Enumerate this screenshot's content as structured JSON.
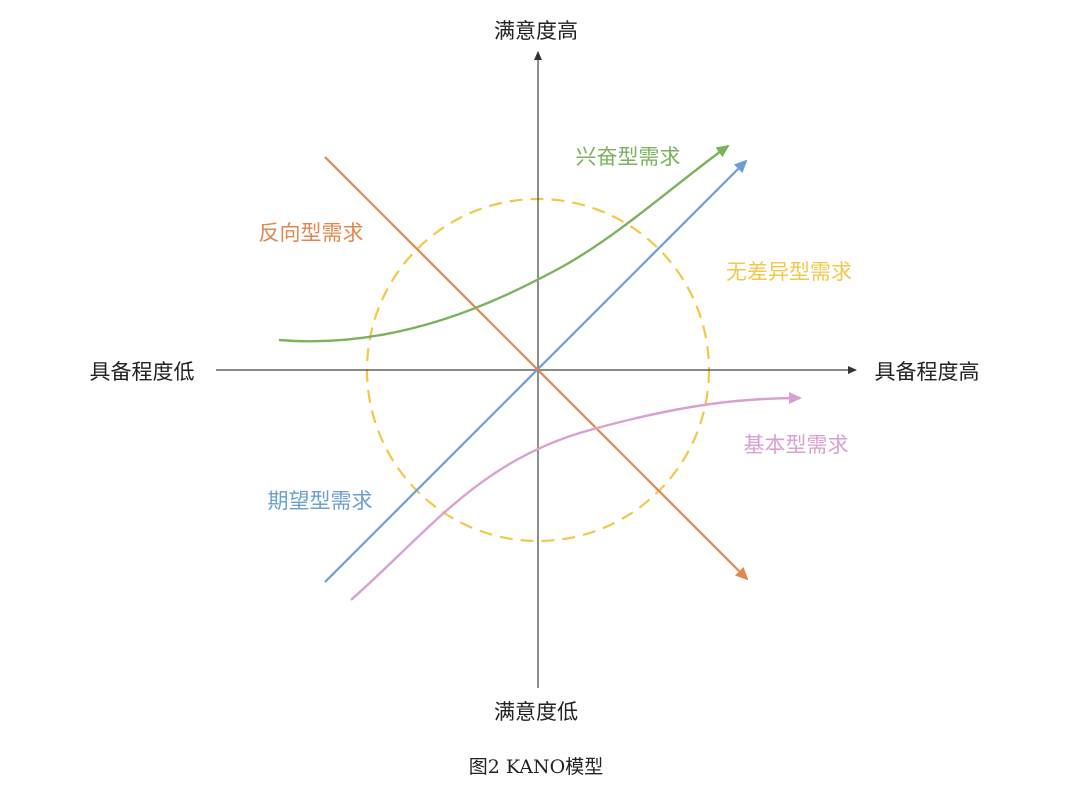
{
  "axes": {
    "y_top_label": "满意度高",
    "y_bottom_label": "满意度低",
    "x_left_label": "具备程度低",
    "x_right_label": "具备程度高"
  },
  "curves": {
    "excitement": {
      "label": "兴奋型需求",
      "color": "#7cb15e"
    },
    "expected": {
      "label": "期望型需求",
      "color": "#6a9fcf"
    },
    "reverse": {
      "label": "反向型需求",
      "color": "#e0874f"
    },
    "indifferent": {
      "label": "无差异型需求",
      "color": "#f2c84b"
    },
    "basic": {
      "label": "基本型需求",
      "color": "#d9a1d0"
    }
  },
  "caption": "图2 KANO模型"
}
